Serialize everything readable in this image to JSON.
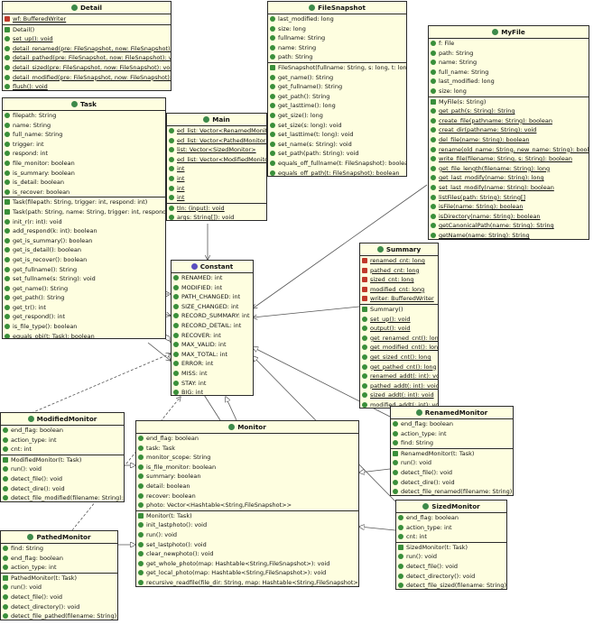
{
  "classes": [
    {
      "key": "detail",
      "name": "Detail",
      "icon": "class",
      "fields": [
        {
          "text": "wf: BufferedWriter",
          "kind": "private",
          "static": true
        }
      ],
      "methods": [
        {
          "text": "Detail()",
          "kind": "ctor"
        },
        {
          "text": "set_up(): void",
          "kind": "public",
          "static": true
        },
        {
          "text": "detail_renamed(pre: FileSnapshot, now: FileSnapshot): void",
          "kind": "public",
          "static": true
        },
        {
          "text": "detail_pathed(pre: FileSnapshot, now: FileSnapshot): void",
          "kind": "public",
          "static": true
        },
        {
          "text": "detail_sized(pre: FileSnapshot, now: FileSnapshot): void",
          "kind": "public",
          "static": true
        },
        {
          "text": "detail_modified(pre: FileSnapshot, now: FileSnapshot): void",
          "kind": "public",
          "static": true
        },
        {
          "text": "flush(): void",
          "kind": "public",
          "static": true
        }
      ]
    },
    {
      "key": "filesnapshot",
      "name": "FileSnapshot",
      "icon": "class",
      "fields": [
        {
          "text": "last_modified: long",
          "kind": "public"
        },
        {
          "text": "size: long",
          "kind": "public"
        },
        {
          "text": "fullname: String",
          "kind": "public"
        },
        {
          "text": "name: String",
          "kind": "public"
        },
        {
          "text": "path: String",
          "kind": "public"
        }
      ],
      "methods": [
        {
          "text": "FileSnapshot(fullname: String, s: long, t: long)",
          "kind": "ctor"
        },
        {
          "text": "get_name(): String",
          "kind": "public"
        },
        {
          "text": "get_fullname(): String",
          "kind": "public"
        },
        {
          "text": "get_path(): String",
          "kind": "public"
        },
        {
          "text": "get_lasttime(): long",
          "kind": "public"
        },
        {
          "text": "get_size(): long",
          "kind": "public"
        },
        {
          "text": "set_size(s: long): void",
          "kind": "public"
        },
        {
          "text": "set_lasttime(t: long): void",
          "kind": "public"
        },
        {
          "text": "set_name(s: String): void",
          "kind": "public"
        },
        {
          "text": "set_path(path: String): void",
          "kind": "public"
        },
        {
          "text": "equals_off_fullname(t: FileSnapshot): boolean",
          "kind": "public"
        },
        {
          "text": "equals_off_path(t: FileSnapshot): boolean",
          "kind": "public"
        }
      ]
    },
    {
      "key": "myfile",
      "name": "MyFile",
      "icon": "class",
      "fields": [
        {
          "text": "f: File",
          "kind": "public"
        },
        {
          "text": "path: String",
          "kind": "public"
        },
        {
          "text": "name: String",
          "kind": "public"
        },
        {
          "text": "full_name: String",
          "kind": "public"
        },
        {
          "text": "last_modified: long",
          "kind": "public"
        },
        {
          "text": "size: long",
          "kind": "public"
        }
      ],
      "methods": [
        {
          "text": "MyFile(s: String)",
          "kind": "ctor"
        },
        {
          "text": "get_path(s: String): String",
          "kind": "public",
          "static": true
        },
        {
          "text": "create_file(pathname: String): boolean",
          "kind": "public",
          "static": true
        },
        {
          "text": "creat_dir(pathname: String): void",
          "kind": "public",
          "static": true
        },
        {
          "text": "del_file(name: String): boolean",
          "kind": "public",
          "static": true
        },
        {
          "text": "rename(old_name: String, new_name: String): boolean",
          "kind": "public",
          "static": true
        },
        {
          "text": "write_file(filename: String, s: String): boolean",
          "kind": "public",
          "static": true
        },
        {
          "text": "get_file_length(filename: String): long",
          "kind": "public",
          "static": true
        },
        {
          "text": "get_last_modify(name: String): long",
          "kind": "public",
          "static": true
        },
        {
          "text": "set_last_modify(name: String): boolean",
          "kind": "public",
          "static": true
        },
        {
          "text": "listFiles(path: String): String[]",
          "kind": "public",
          "static": true
        },
        {
          "text": "isFile(name: String): boolean",
          "kind": "public",
          "static": true
        },
        {
          "text": "isDirectory(name: String): boolean",
          "kind": "public",
          "static": true
        },
        {
          "text": "getCanonicalPath(name: String): String",
          "kind": "public",
          "static": true
        },
        {
          "text": "getName(name: String): String",
          "kind": "public",
          "static": true
        }
      ]
    },
    {
      "key": "main",
      "name": "Main",
      "icon": "class",
      "fields": [
        {
          "text": "ed_list: Vector<RenamedMonitor>",
          "kind": "public",
          "static": true
        },
        {
          "text": "ed_list: Vector<PathedMonitor>",
          "kind": "public",
          "static": true
        },
        {
          "text": "list: Vector<SizedMonitor>",
          "kind": "public",
          "static": true
        },
        {
          "text": "ed_list: Vector<ModifiedMonitor>",
          "kind": "public",
          "static": true
        },
        {
          "text": "int",
          "kind": "public",
          "static": true
        },
        {
          "text": "int",
          "kind": "public",
          "static": true
        },
        {
          "text": "int",
          "kind": "public",
          "static": true
        },
        {
          "text": "int",
          "kind": "public",
          "static": true
        }
      ],
      "methods": [
        {
          "text": "tIn: (input): void",
          "kind": "public",
          "static": true
        },
        {
          "text": "args: String[]): void",
          "kind": "public",
          "static": true
        }
      ]
    },
    {
      "key": "task",
      "name": "Task",
      "icon": "class",
      "fields": [
        {
          "text": "filepath: String",
          "kind": "public"
        },
        {
          "text": "name: String",
          "kind": "public"
        },
        {
          "text": "full_name: String",
          "kind": "public"
        },
        {
          "text": "trigger: int",
          "kind": "public"
        },
        {
          "text": "respond: int",
          "kind": "public"
        },
        {
          "text": "file_monitor: boolean",
          "kind": "public"
        },
        {
          "text": "is_summary: boolean",
          "kind": "public"
        },
        {
          "text": "is_detail: boolean",
          "kind": "public"
        },
        {
          "text": "is_recover: boolean",
          "kind": "public"
        }
      ],
      "methods": [
        {
          "text": "Task(filepath: String, trigger: int, respond: int)",
          "kind": "ctor"
        },
        {
          "text": "Task(path: String, name: String, trigger: int, respond: int)",
          "kind": "ctor"
        },
        {
          "text": "init_r(r: int): void",
          "kind": "public"
        },
        {
          "text": "add_respond(k: int): boolean",
          "kind": "public"
        },
        {
          "text": "get_is_summary(): boolean",
          "kind": "public"
        },
        {
          "text": "get_is_detail(): boolean",
          "kind": "public"
        },
        {
          "text": "get_is_recover(): boolean",
          "kind": "public"
        },
        {
          "text": "get_fullname(): String",
          "kind": "public"
        },
        {
          "text": "set_fullname(s: String): void",
          "kind": "public"
        },
        {
          "text": "get_name(): String",
          "kind": "public"
        },
        {
          "text": "get_path(): String",
          "kind": "public"
        },
        {
          "text": "get_tr(): int",
          "kind": "public"
        },
        {
          "text": "get_respond(): int",
          "kind": "public"
        },
        {
          "text": "is_file_type(): boolean",
          "kind": "public"
        },
        {
          "text": "equals_obj(t: Task): boolean",
          "kind": "public"
        }
      ]
    },
    {
      "key": "constant",
      "name": "Constant",
      "icon": "interface",
      "fields": [
        {
          "text": "RENAMED: int",
          "kind": "public"
        },
        {
          "text": "MODIFIED: int",
          "kind": "public"
        },
        {
          "text": "PATH_CHANGED: int",
          "kind": "public"
        },
        {
          "text": "SIZE_CHANGED: int",
          "kind": "public"
        },
        {
          "text": "RECORD_SUMMARY: int",
          "kind": "public"
        },
        {
          "text": "RECORD_DETAIL: int",
          "kind": "public"
        },
        {
          "text": "RECOVER: int",
          "kind": "public"
        },
        {
          "text": "MAX_VALID: int",
          "kind": "public"
        },
        {
          "text": "MAX_TOTAL: int",
          "kind": "public"
        },
        {
          "text": "ERROR: int",
          "kind": "public"
        },
        {
          "text": "MISS: int",
          "kind": "public"
        },
        {
          "text": "STAY: int",
          "kind": "public"
        },
        {
          "text": "BIG: int",
          "kind": "public"
        }
      ],
      "methods": []
    },
    {
      "key": "summary",
      "name": "Summary",
      "icon": "class",
      "fields": [
        {
          "text": "renamed_cnt: long",
          "kind": "private",
          "static": true
        },
        {
          "text": "pathed_cnt: long",
          "kind": "private",
          "static": true
        },
        {
          "text": "sized_cnt: long",
          "kind": "private",
          "static": true
        },
        {
          "text": "modified_cnt: long",
          "kind": "private",
          "static": true
        },
        {
          "text": "writer: BufferedWriter",
          "kind": "private",
          "static": true
        }
      ],
      "methods": [
        {
          "text": "Summary()",
          "kind": "ctor"
        },
        {
          "text": "set_up(): void",
          "kind": "public",
          "static": true
        },
        {
          "text": "output(): void",
          "kind": "public",
          "static": true
        },
        {
          "text": "get_renamed_cnt(): long",
          "kind": "public",
          "static": true
        },
        {
          "text": "get_modified_cnt(): long",
          "kind": "public",
          "static": true
        },
        {
          "text": "get_sized_cnt(): long",
          "kind": "public",
          "static": true
        },
        {
          "text": "get_pathed_cnt(): long",
          "kind": "public",
          "static": true
        },
        {
          "text": "renamed_addt(: int): void",
          "kind": "public",
          "static": true
        },
        {
          "text": "pathed_addt(: int): void",
          "kind": "public",
          "static": true
        },
        {
          "text": "sized_addt(: int): void",
          "kind": "public",
          "static": true
        },
        {
          "text": "modified_addt(: int): void",
          "kind": "public",
          "static": true
        }
      ]
    },
    {
      "key": "modifiedmonitor",
      "name": "ModifiedMonitor",
      "icon": "class",
      "fields": [
        {
          "text": "end_flag: boolean",
          "kind": "public"
        },
        {
          "text": "action_type: int",
          "kind": "public"
        },
        {
          "text": "cnt: int",
          "kind": "public"
        }
      ],
      "methods": [
        {
          "text": "ModifiedMonitor(t: Task)",
          "kind": "ctor"
        },
        {
          "text": "run(): void",
          "kind": "public"
        },
        {
          "text": "detect_file(): void",
          "kind": "public"
        },
        {
          "text": "detect_dire(): void",
          "kind": "public"
        },
        {
          "text": "detect_file_modified(filename: String): int",
          "kind": "public"
        }
      ]
    },
    {
      "key": "monitor",
      "name": "Monitor",
      "icon": "class",
      "fields": [
        {
          "text": "end_flag: boolean",
          "kind": "public"
        },
        {
          "text": "task: Task",
          "kind": "public"
        },
        {
          "text": "monitor_scope: String",
          "kind": "public"
        },
        {
          "text": "is_file_monitor: boolean",
          "kind": "public"
        },
        {
          "text": "summary: boolean",
          "kind": "public"
        },
        {
          "text": "detail: boolean",
          "kind": "public"
        },
        {
          "text": "recover: boolean",
          "kind": "public"
        },
        {
          "text": "photo: Vector<Hashtable<String,FileSnapshot>>",
          "kind": "public"
        }
      ],
      "methods": [
        {
          "text": "Monitor(t: Task)",
          "kind": "ctor"
        },
        {
          "text": "init_lastphoto(): void",
          "kind": "public"
        },
        {
          "text": "run(): void",
          "kind": "public"
        },
        {
          "text": "set_lastphoto(): void",
          "kind": "public"
        },
        {
          "text": "clear_newphoto(): void",
          "kind": "public"
        },
        {
          "text": "get_whole_photo(map: Hashtable<String,FileSnapshot>): void",
          "kind": "public"
        },
        {
          "text": "get_local_photo(map: Hashtable<String,FileSnapshot>): void",
          "kind": "public"
        },
        {
          "text": "recursive_readfile(file_dir: String, map: Hashtable<String,FileSnapshot>): void",
          "kind": "public"
        }
      ]
    },
    {
      "key": "renamedmonitor",
      "name": "RenamedMonitor",
      "icon": "class",
      "fields": [
        {
          "text": "end_flag: boolean",
          "kind": "public"
        },
        {
          "text": "action_type: int",
          "kind": "public"
        },
        {
          "text": "find: String",
          "kind": "public"
        }
      ],
      "methods": [
        {
          "text": "RenamedMonitor(t: Task)",
          "kind": "ctor"
        },
        {
          "text": "run(): void",
          "kind": "public"
        },
        {
          "text": "detect_file(): void",
          "kind": "public"
        },
        {
          "text": "detect_dire(): void",
          "kind": "public"
        },
        {
          "text": "detect_file_renamed(filename: String): int",
          "kind": "public"
        }
      ]
    },
    {
      "key": "sizedmonitor",
      "name": "SizedMonitor",
      "icon": "class",
      "fields": [
        {
          "text": "end_flag: boolean",
          "kind": "public"
        },
        {
          "text": "action_type: int",
          "kind": "public"
        },
        {
          "text": "cnt: int",
          "kind": "public"
        }
      ],
      "methods": [
        {
          "text": "SizedMonitor(t: Task)",
          "kind": "ctor"
        },
        {
          "text": "run(): void",
          "kind": "public"
        },
        {
          "text": "detect_file(): void",
          "kind": "public"
        },
        {
          "text": "detect_directory(): void",
          "kind": "public"
        },
        {
          "text": "detect_file_sized(filename: String): int",
          "kind": "public"
        }
      ]
    },
    {
      "key": "pathedmonitor",
      "name": "PathedMonitor",
      "icon": "class",
      "fields": [
        {
          "text": "find: String",
          "kind": "public"
        },
        {
          "text": "end_flag: boolean",
          "kind": "public"
        },
        {
          "text": "action_type: int",
          "kind": "public"
        }
      ],
      "methods": [
        {
          "text": "PathedMonitor(t: Task)",
          "kind": "ctor"
        },
        {
          "text": "run(): void",
          "kind": "public"
        },
        {
          "text": "detect_file(): void",
          "kind": "public"
        },
        {
          "text": "detect_directory(): void",
          "kind": "public"
        },
        {
          "text": "detect_file_pathed(filename: String): int",
          "kind": "public"
        }
      ]
    }
  ],
  "colors": {
    "box_fill": "#fefee0",
    "border": "#2a2a2a",
    "public": "#3a8f3a",
    "private": "#c0392b",
    "edge": "#444444"
  }
}
